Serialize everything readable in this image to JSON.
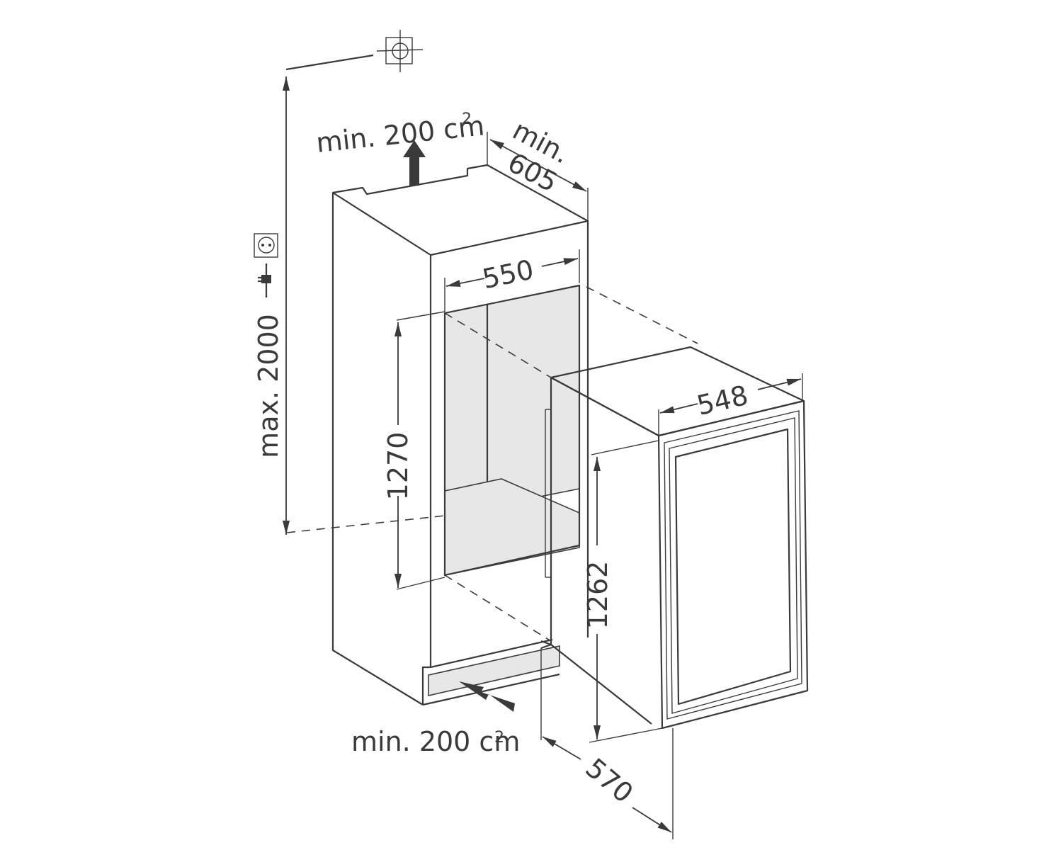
{
  "labels": {
    "vent_top": "min. 200 cm",
    "vent_top_sup": "2",
    "vent_bottom": "min. 200 cm",
    "vent_bottom_sup": "2",
    "depth_min_word": "min.",
    "depth_min_value": "605",
    "niche_width": "550",
    "niche_height": "1270",
    "max_height": "max. 2000",
    "appliance_width": "548",
    "appliance_height": "1262",
    "appliance_depth": "570"
  },
  "icons": {
    "anchor": "anchor-point-icon",
    "socket": "power-socket-icon",
    "plug": "power-plug-icon"
  },
  "colors": {
    "stroke": "#3a3a3a",
    "fill_grey": "#e7e7e7"
  }
}
